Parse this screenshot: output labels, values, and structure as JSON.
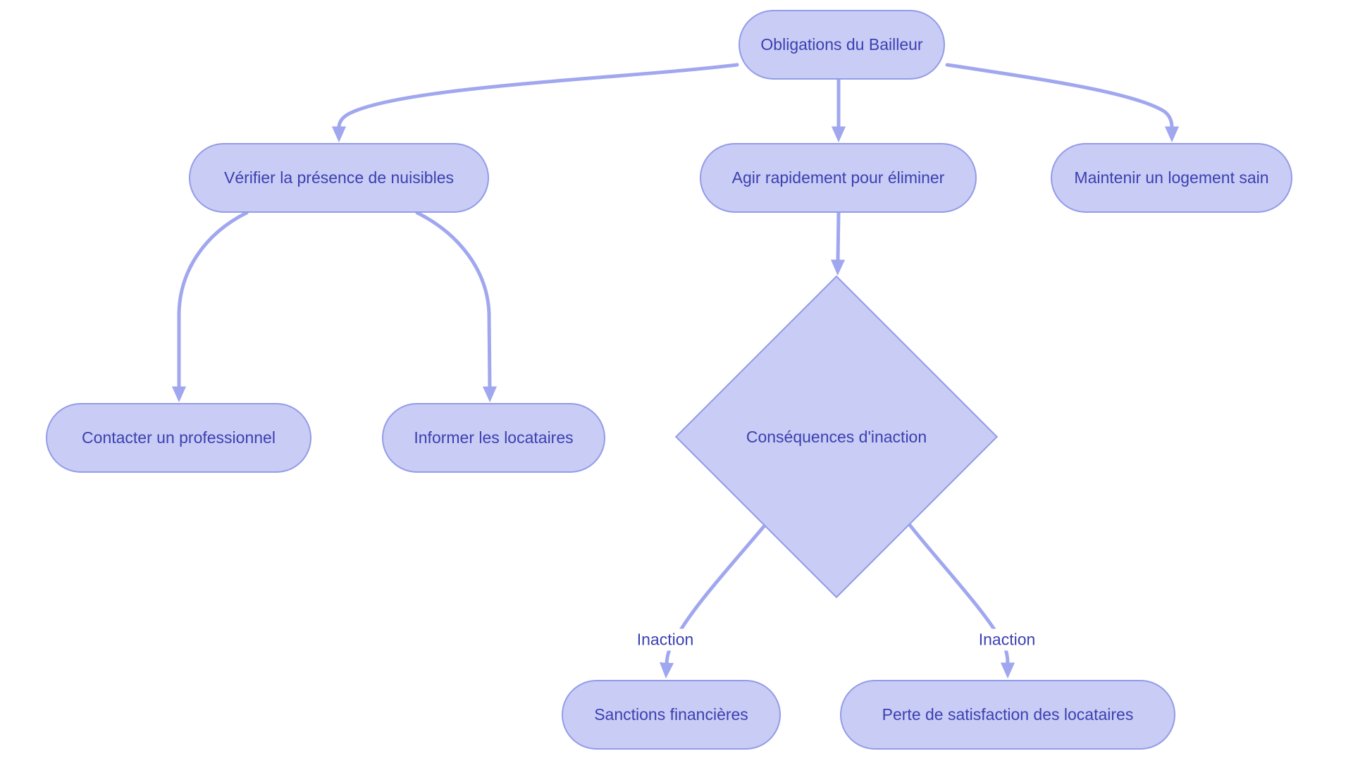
{
  "theme": {
    "bg": "#ffffff",
    "node-fill": "#c9ccf4",
    "node-border": "#939ce8",
    "edge": "#a0a7ef",
    "text": "#3b40b2"
  },
  "diagram": {
    "nodes": {
      "root": {
        "label": "Obligations du Bailleur",
        "shape": "stadium"
      },
      "verifier": {
        "label": "Vérifier la présence de nuisibles",
        "shape": "stadium"
      },
      "agir": {
        "label": "Agir rapidement pour éliminer",
        "shape": "stadium"
      },
      "maintenir": {
        "label": "Maintenir un logement sain",
        "shape": "stadium"
      },
      "contacter": {
        "label": "Contacter un professionnel",
        "shape": "stadium"
      },
      "informer": {
        "label": "Informer les locataires",
        "shape": "stadium"
      },
      "consequences": {
        "label": "Conséquences d'inaction",
        "shape": "diamond"
      },
      "sanctions": {
        "label": "Sanctions financières",
        "shape": "stadium"
      },
      "perte": {
        "label": "Perte de satisfaction des locataires",
        "shape": "stadium"
      }
    },
    "edges": [
      {
        "from": "Obligations du Bailleur",
        "to": "Vérifier la présence de nuisibles",
        "label": ""
      },
      {
        "from": "Obligations du Bailleur",
        "to": "Agir rapidement pour éliminer",
        "label": ""
      },
      {
        "from": "Obligations du Bailleur",
        "to": "Maintenir un logement sain",
        "label": ""
      },
      {
        "from": "Vérifier la présence de nuisibles",
        "to": "Contacter un professionnel",
        "label": ""
      },
      {
        "from": "Vérifier la présence de nuisibles",
        "to": "Informer les locataires",
        "label": ""
      },
      {
        "from": "Agir rapidement pour éliminer",
        "to": "Conséquences d'inaction",
        "label": ""
      },
      {
        "from": "Conséquences d'inaction",
        "to": "Sanctions financières",
        "label": "Inaction"
      },
      {
        "from": "Conséquences d'inaction",
        "to": "Perte de satisfaction des locataires",
        "label": "Inaction"
      }
    ]
  }
}
